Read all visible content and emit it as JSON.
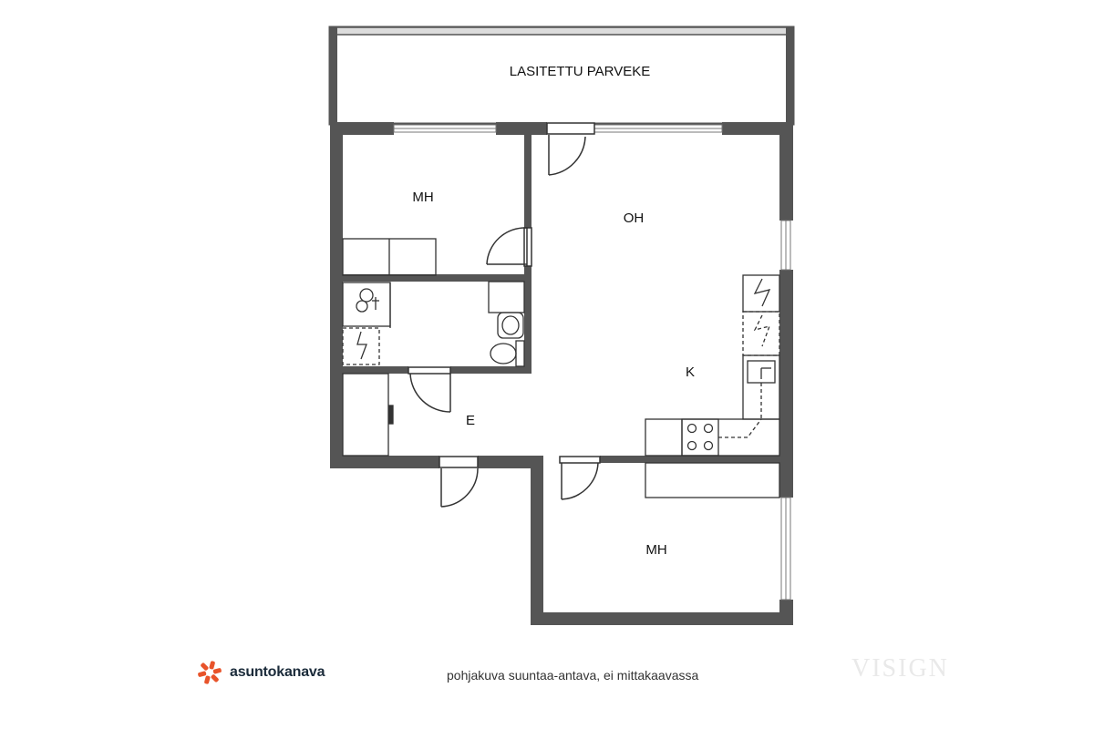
{
  "rooms": {
    "balcony": "LASITETTU PARVEKE",
    "bedroom_top": "MH",
    "living": "OH",
    "kitchen": "K",
    "entry": "E",
    "bedroom_bottom": "MH"
  },
  "footer": {
    "brand": "asuntokanava",
    "note": "pohjakuva suuntaa-antava, ei mittakaavassa",
    "watermark": "VISIGN"
  },
  "colors": {
    "wall": "#555555",
    "line": "#333333",
    "brand_accent": "#e8532a",
    "brand_text": "#1b2b3a"
  }
}
